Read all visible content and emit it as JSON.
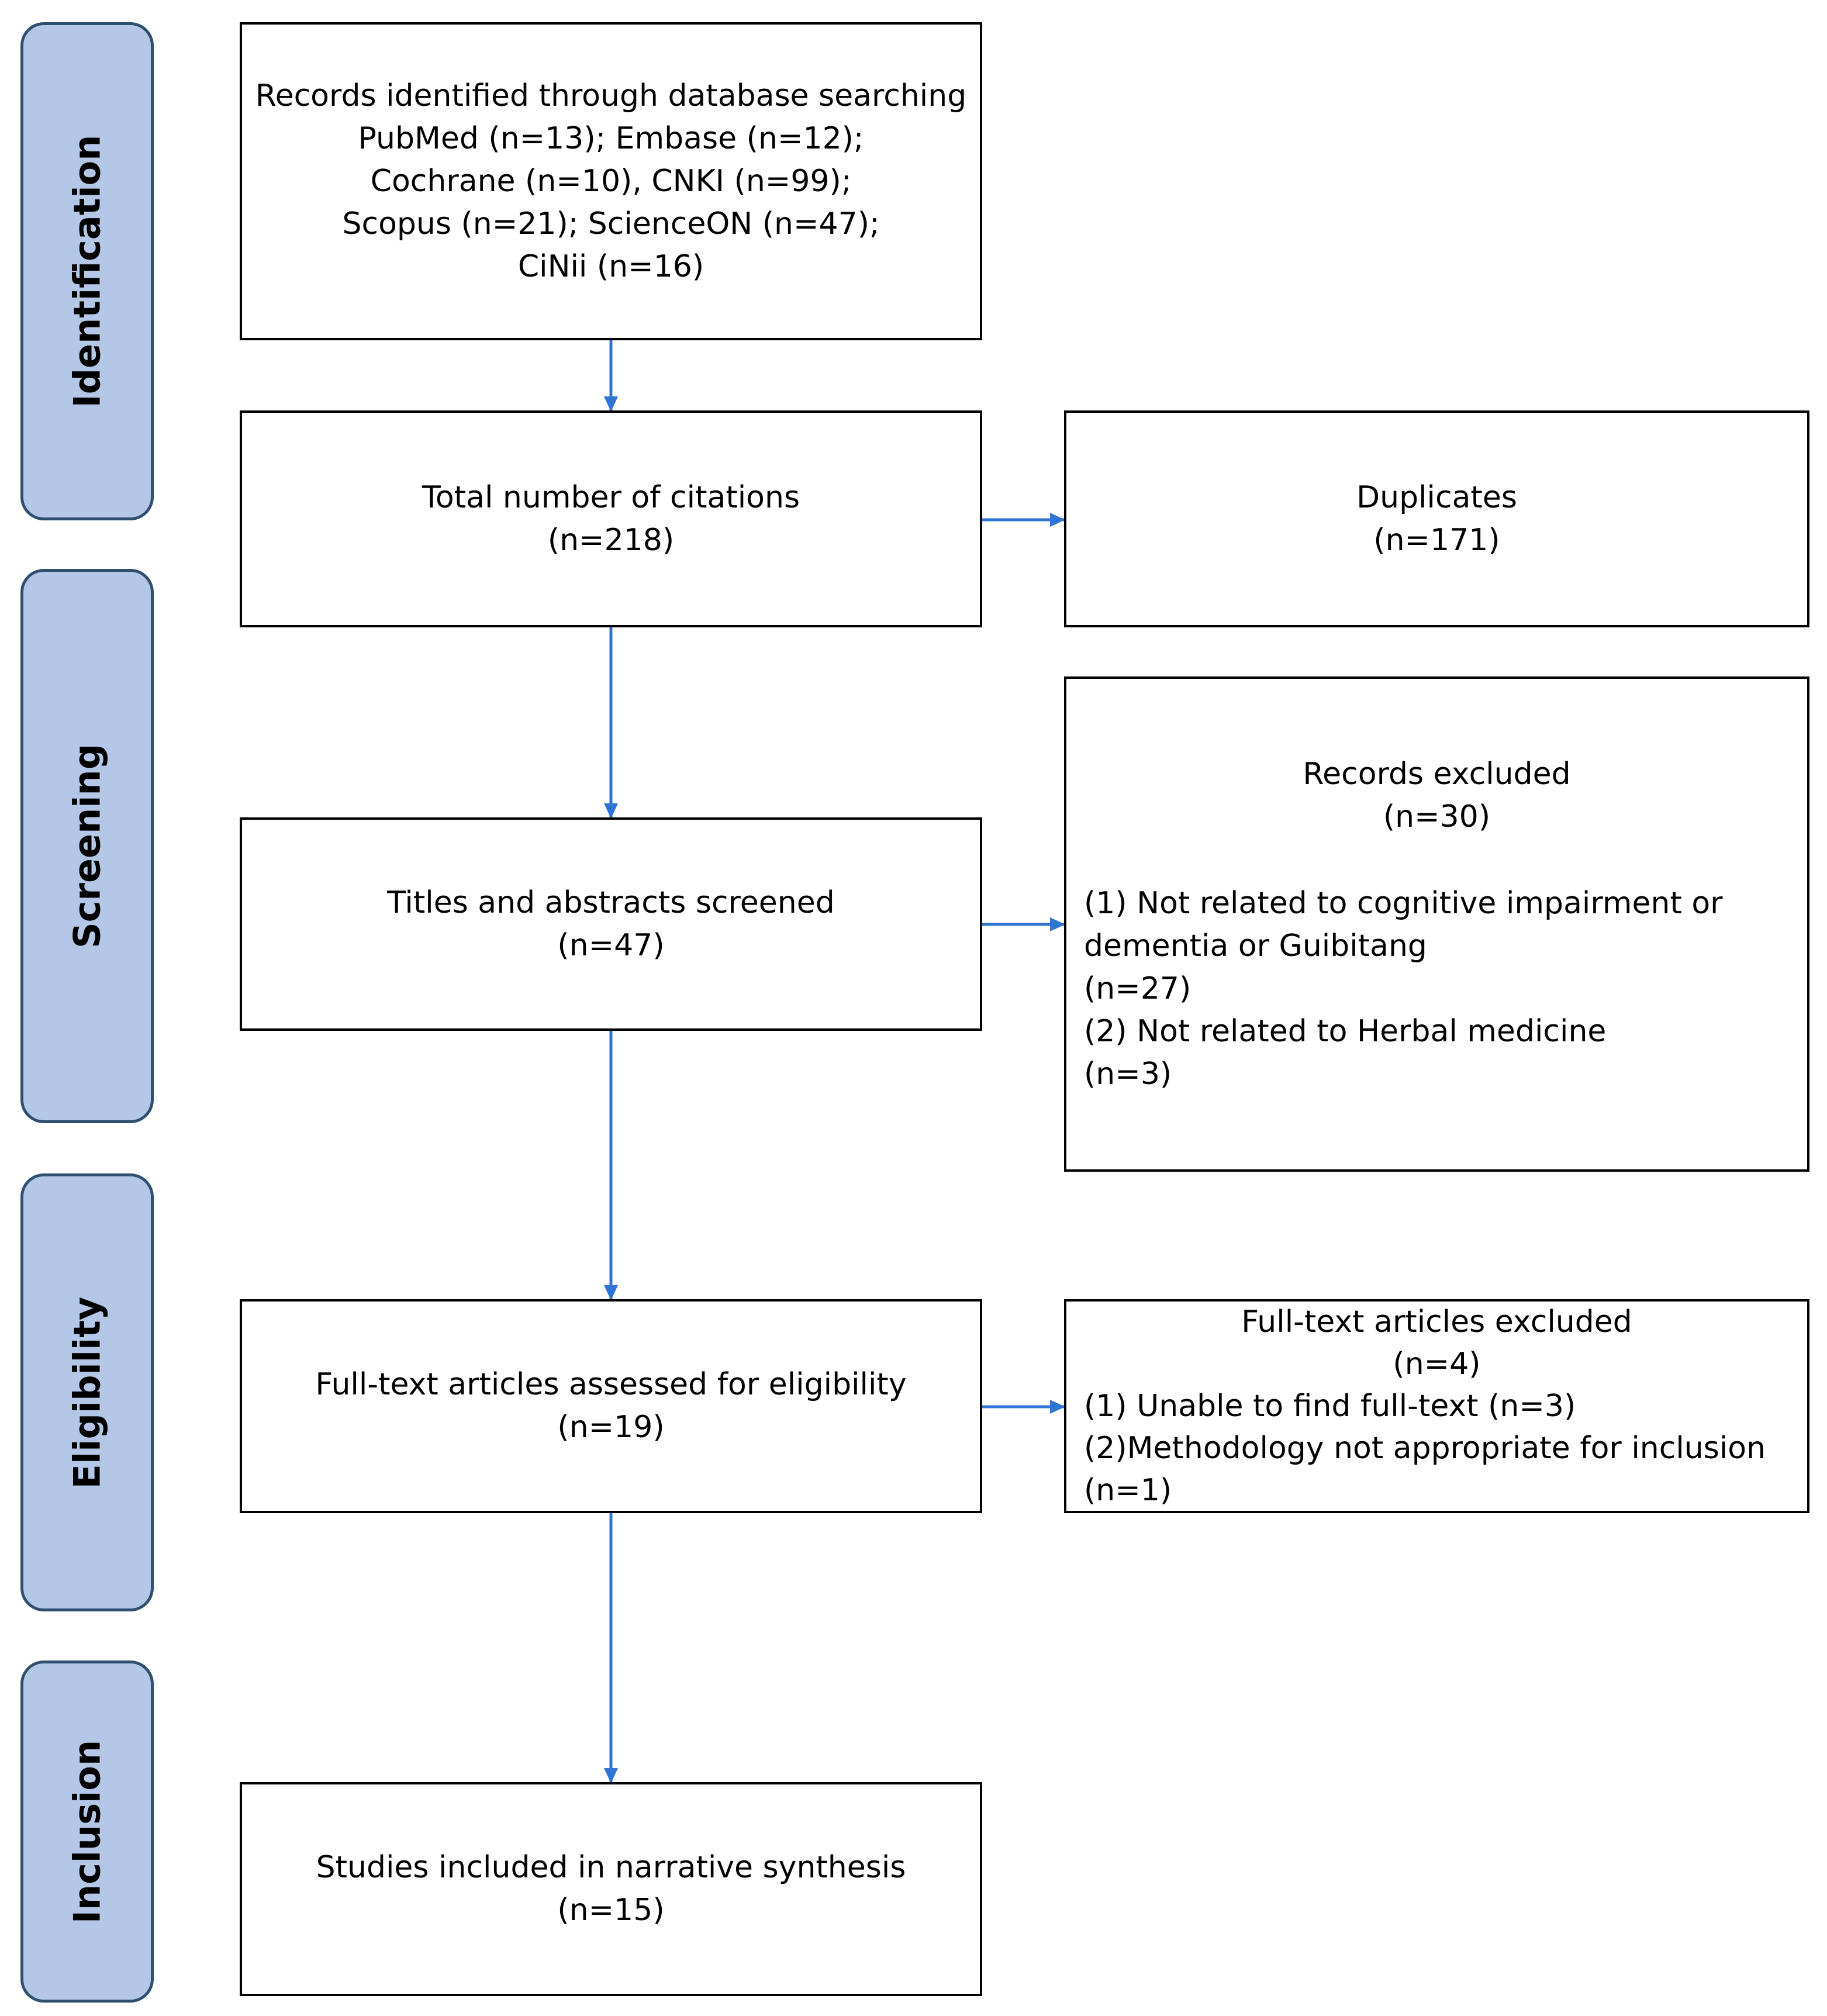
{
  "stages": {
    "identification": "Identification",
    "screening": "Screening",
    "eligibility": "Eligibility",
    "inclusion": "Inclusion"
  },
  "records_identified": {
    "lines": [
      "Records identified through database searching",
      "PubMed (n=13); Embase (n=12);",
      "Cochrane (n=10), CNKI (n=99);",
      "Scopus (n=21); ScienceON (n=47);",
      "CiNii (n=16)"
    ]
  },
  "total_citations": {
    "label": "Total number of citations",
    "count": "(n=218)"
  },
  "duplicates": {
    "label": "Duplicates",
    "count": "(n=171)"
  },
  "titles_screened": {
    "label": "Titles and abstracts screened",
    "count": "(n=47)"
  },
  "records_excluded": {
    "label": "Records excluded",
    "count": "(n=30)",
    "reasons": [
      "(1) Not related to cognitive impairment or",
      "dementia or Guibitang",
      "(n=27)",
      "(2) Not related to Herbal medicine",
      "(n=3)"
    ]
  },
  "fulltext_assessed": {
    "label": "Full-text articles assessed for eligibility",
    "count": "(n=19)"
  },
  "fulltext_excluded": {
    "label": "Full-text articles excluded",
    "count": "(n=4)",
    "reasons": [
      "(1) Unable to find full-text (n=3)",
      "(2)Methodology not appropriate for inclusion",
      "(n=1)"
    ]
  },
  "studies_included": {
    "label": "Studies included in narrative synthesis",
    "count": "(n=15)"
  },
  "colors": {
    "stage_fill": "#b4c7e7",
    "stage_border": "#2f4f6f",
    "arrow": "#2e75d6",
    "box_border": "#000000"
  }
}
